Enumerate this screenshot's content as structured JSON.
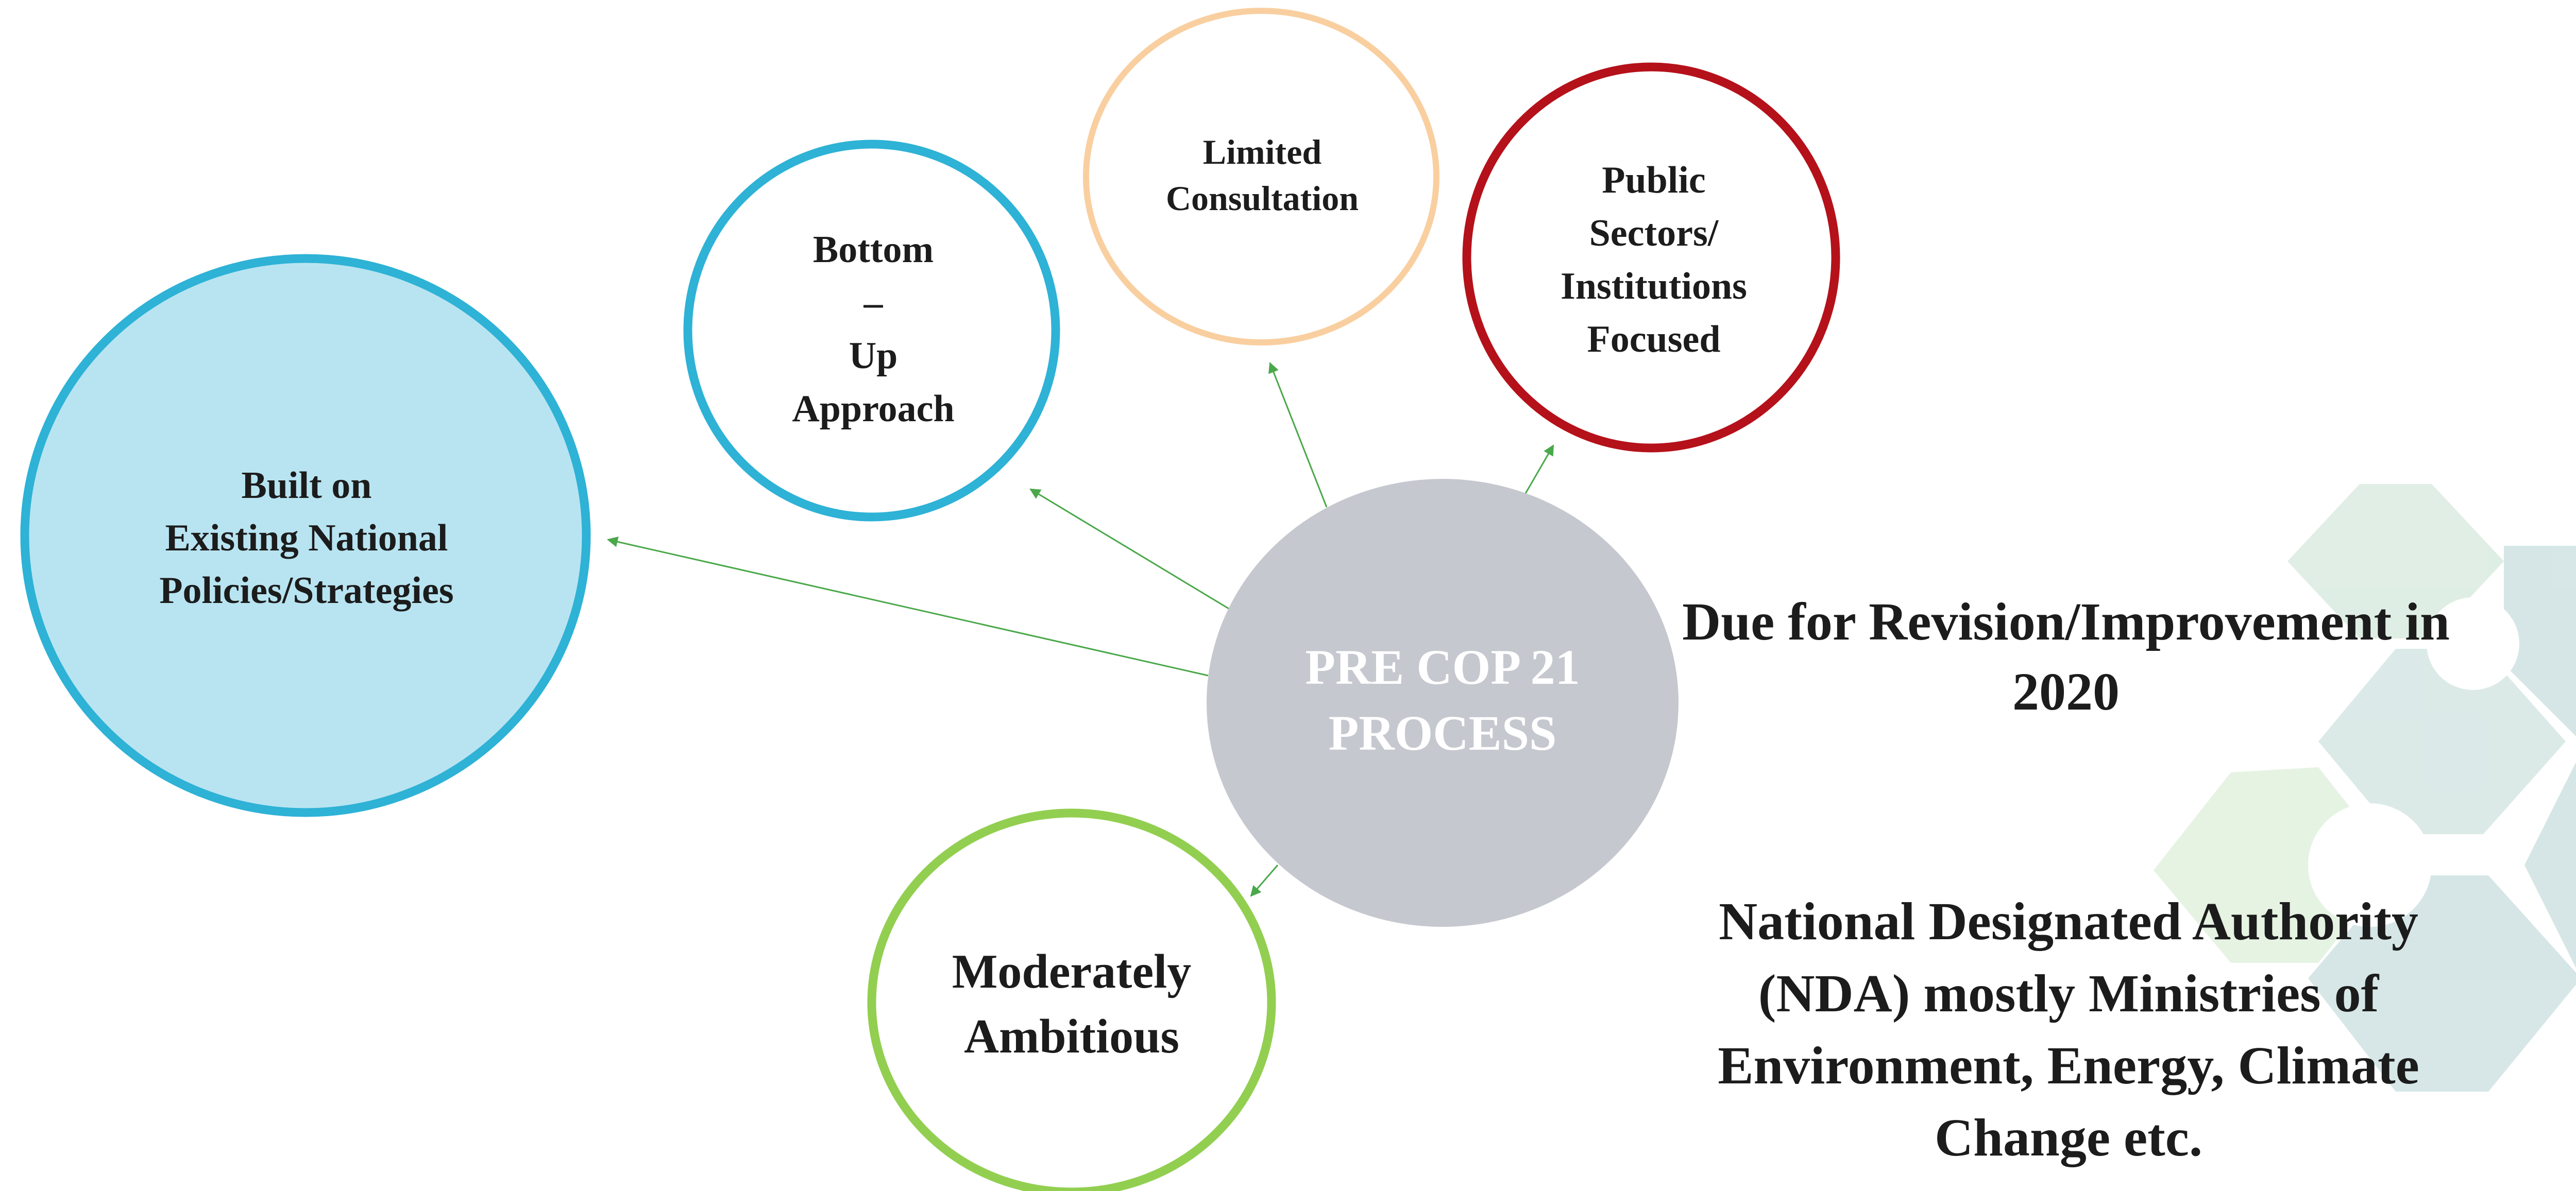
{
  "diagram": {
    "center": {
      "lines": [
        "PRE COP 21",
        "PROCESS"
      ]
    },
    "nodes": [
      {
        "id": "built-on",
        "lines": [
          "Built on",
          "Existing National",
          "Policies/Strategies"
        ]
      },
      {
        "id": "bottom-up",
        "lines": [
          "Bottom",
          "–",
          "Up",
          "Approach"
        ]
      },
      {
        "id": "limited",
        "lines": [
          "Limited",
          "Consultation"
        ]
      },
      {
        "id": "public",
        "lines": [
          "Public",
          "Sectors/",
          "Institutions",
          "Focused"
        ]
      },
      {
        "id": "moderately",
        "lines": [
          "Moderately",
          "Ambitious"
        ]
      }
    ],
    "notes": {
      "revision": [
        "Due for Revision/Improvement in",
        "2020"
      ],
      "nda": [
        "National Designated Authority",
        "(NDA) mostly Ministries of",
        "Environment, Energy, Climate",
        "Change etc."
      ]
    }
  },
  "colors": {
    "center_fill": "#c6c8cf",
    "center_text": "#ffffff",
    "blue_stroke": "#2eb2d6",
    "blue_fill": "#b8e4f1",
    "peach_stroke": "#f9cfa0",
    "red_stroke": "#b5111a",
    "green_stroke": "#92cf50",
    "arrow": "#4aa84a",
    "text": "#1c1c1c"
  }
}
